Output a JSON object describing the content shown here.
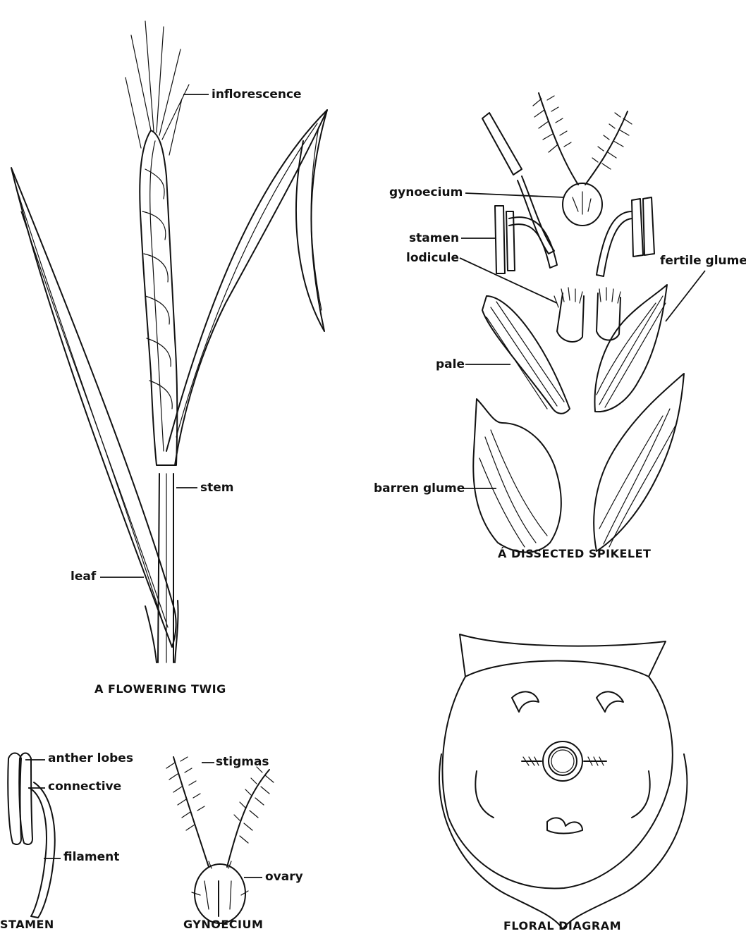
{
  "twig": {
    "caption": "A FLOWERING TWIG",
    "labels": {
      "inflorescence": "inflorescence",
      "stem": "stem",
      "leaf": "leaf"
    }
  },
  "spikelet": {
    "caption": "Á DISSECTED SPIKELET",
    "labels": {
      "gynoecium": "gynoecium",
      "stamen": "stamen",
      "lodicule": "lodicule",
      "fertile_glume": "fertile glume",
      "pale": "pale",
      "barren_glume": "barren glume"
    }
  },
  "stamen": {
    "caption": "STAMEN",
    "labels": {
      "anther_lobes": "anther lobes",
      "connective": "connective",
      "filament": "filament"
    }
  },
  "gynoecium": {
    "caption": "GYNOECIUM",
    "labels": {
      "stigmas": "stigmas",
      "ovary": "ovary"
    }
  },
  "floral_diagram": {
    "caption": "FLORAL DIAGRAM"
  }
}
